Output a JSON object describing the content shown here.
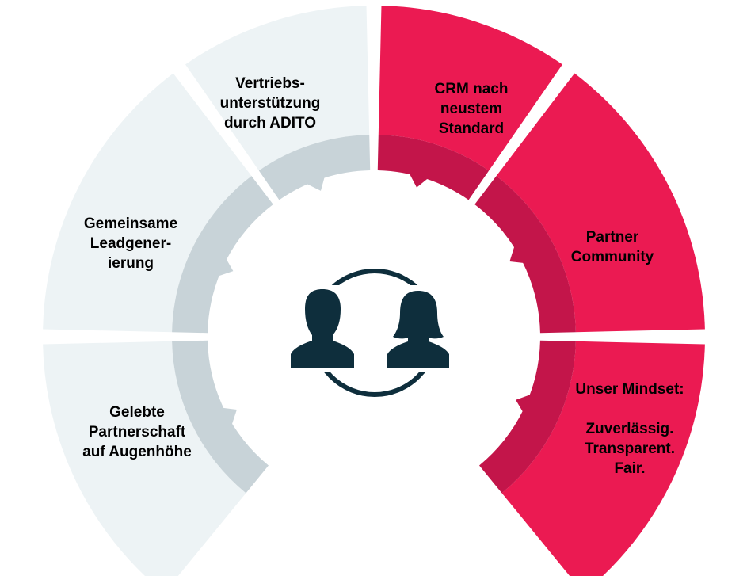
{
  "colors": {
    "light_segment": "#edf3f5",
    "light_ring": "#c8d3d8",
    "red_segment": "#eb1a52",
    "red_ring": "#c3154a",
    "icon": "#0e2e3c"
  },
  "center_icon": "partner-people-icon",
  "segments": [
    {
      "id": "leftlow",
      "text": "Gelebte\nPartnerschaft\nauf Augenhöhe",
      "tone": "light"
    },
    {
      "id": "leftmid",
      "text": "Gemeinsame\nLeadgener-\nierung",
      "tone": "light"
    },
    {
      "id": "lefttop",
      "text": "Vertriebs-\nunterstützung\ndurch ADITO",
      "tone": "light"
    },
    {
      "id": "righttop",
      "text": "CRM nach\nneustem\nStandard",
      "tone": "red"
    },
    {
      "id": "rightmid",
      "text": "Partner\nCommunity",
      "tone": "red"
    },
    {
      "id": "rightlow",
      "text": "Unser Mindset:\n\nZuverlässig.\nTransparent.\nFair.",
      "tone": "red"
    }
  ]
}
